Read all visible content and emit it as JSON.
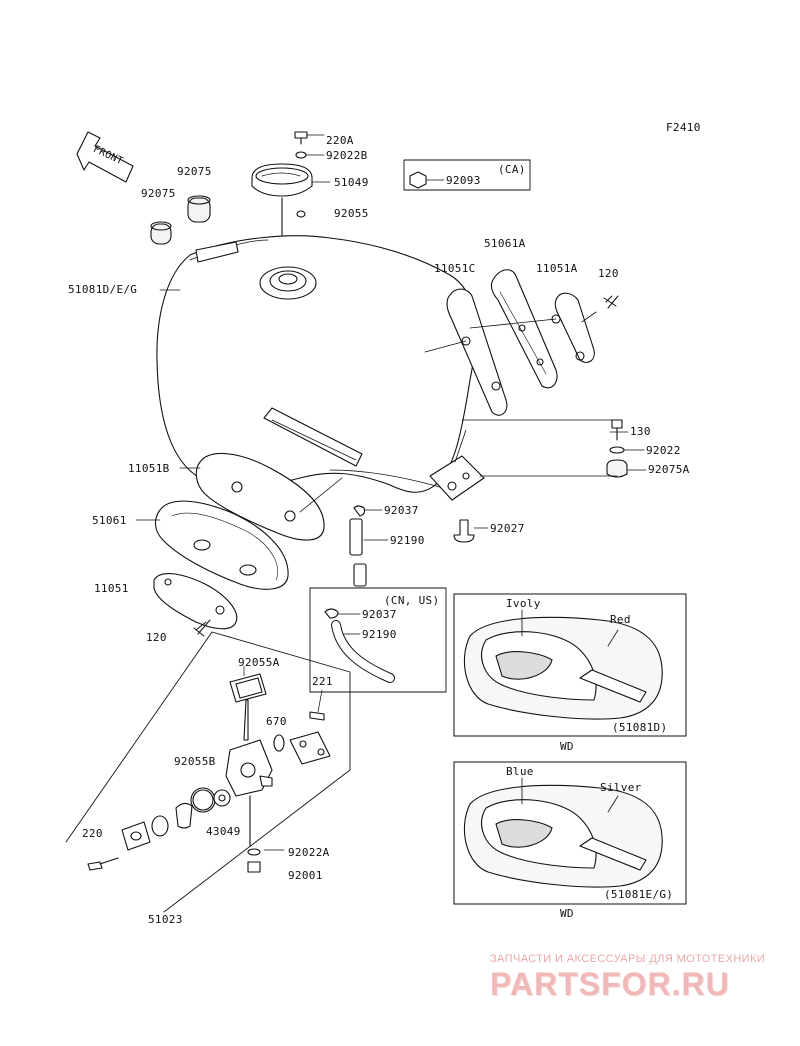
{
  "figure_code": "F2410",
  "front_arrow_text": "FRONT",
  "ca_box": {
    "region": "(CA)",
    "part": "92093"
  },
  "cn_us_box": {
    "region": "(CN, US)",
    "parts": [
      "92037",
      "92190"
    ]
  },
  "parts": {
    "p220A": "220A",
    "p92022B": "92022B",
    "p51049": "51049",
    "p92055": "92055",
    "p92075_a": "92075",
    "p92075_b": "92075",
    "p51081DEG": "51081D/E/G",
    "p51061A": "51061A",
    "p11051C": "11051C",
    "p11051A": "11051A",
    "p120_top": "120",
    "p130": "130",
    "p92022": "92022",
    "p92075A": "92075A",
    "p11051B": "11051B",
    "p92037": "92037",
    "p51061": "51061",
    "p92190": "92190",
    "p92027": "92027",
    "p11051": "11051",
    "p120_bottom": "120",
    "p92055A": "92055A",
    "p221": "221",
    "p670": "670",
    "p92055B": "92055B",
    "p43049": "43049",
    "p220": "220",
    "p92022A": "92022A",
    "p92001": "92001",
    "p51023": "51023"
  },
  "color_panel_1": {
    "color_a": "Ivoly",
    "color_b": "Red",
    "code": "(51081D)",
    "caption": "WD"
  },
  "color_panel_2": {
    "color_a": "Blue",
    "color_b": "Silver",
    "code": "(51081E/G)",
    "caption": "WD"
  },
  "watermark": {
    "line1": "ЗАПЧАСТИ И АКСЕССУАРЫ ДЛЯ МОТОТЕХНИКИ",
    "line2": "PARTSFOR.RU",
    "color": "#e9a9a9"
  }
}
